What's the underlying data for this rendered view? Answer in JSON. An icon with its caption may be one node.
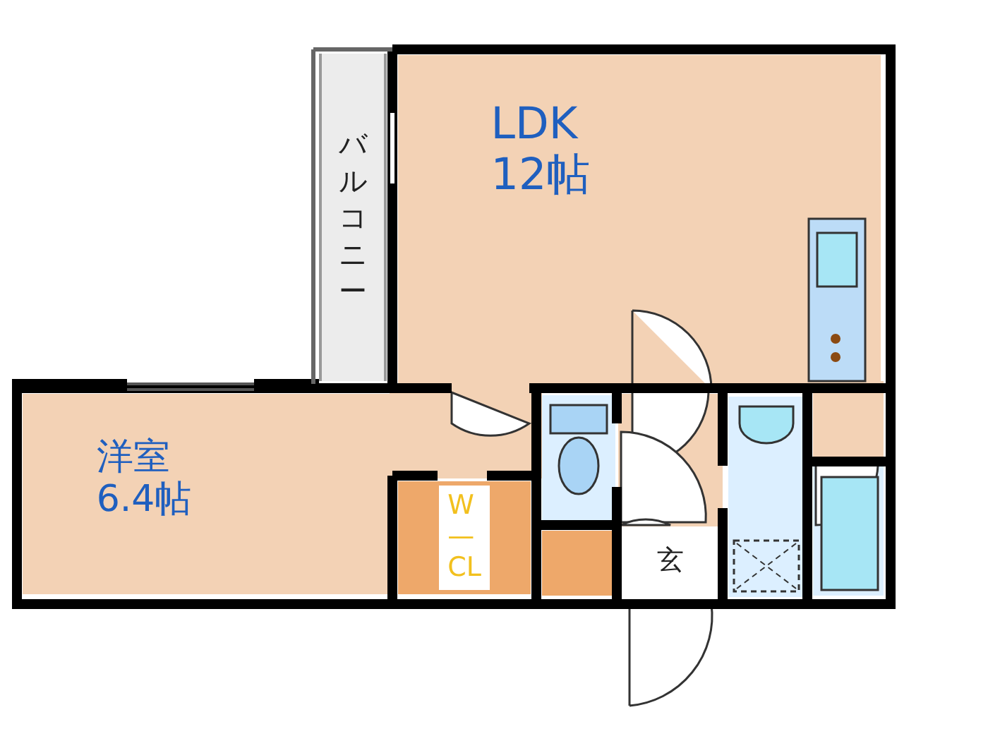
{
  "diagram": {
    "nodes": [
      {
        "text": [
          "バルコニー"
        ]
      },
      {
        "text": [
          "LDK 12帖"
        ]
      },
      {
        "text": [
          "洋室 6.4帖"
        ]
      },
      {
        "text": [
          "W— CL"
        ]
      },
      {
        "text": [
          "玄"
        ]
      }
    ]
  }
}
